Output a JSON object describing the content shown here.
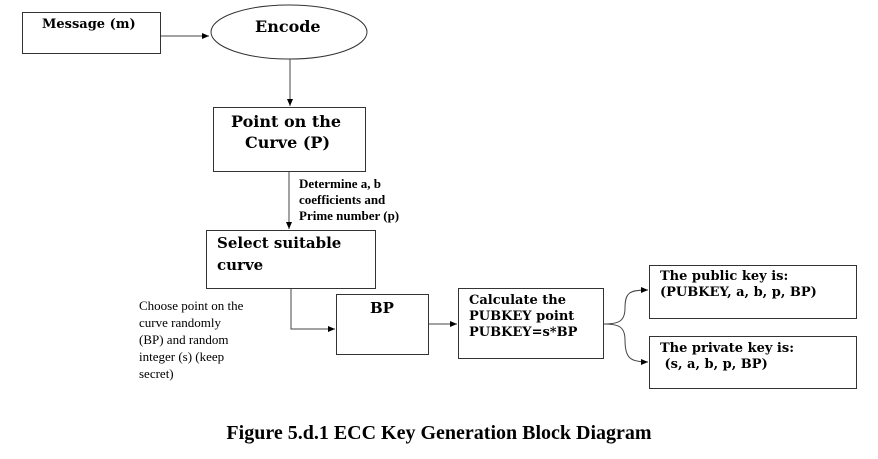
{
  "diagram": {
    "nodes": {
      "message": {
        "label": "Message (m)"
      },
      "encode": {
        "label": "Encode"
      },
      "point": {
        "line1": "Point on the",
        "line2": "Curve (P)"
      },
      "select": {
        "line1": "Select suitable",
        "line2": "curve"
      },
      "bp": {
        "label": "BP"
      },
      "calculate": {
        "line1": "Calculate the",
        "line2": "PUBKEY point",
        "line3": "PUBKEY=s*BP"
      },
      "public_key": {
        "line1": "The public key is:",
        "line2": "(PUBKEY, a, b, p, BP)"
      },
      "private_key": {
        "line1": "The private key is:",
        "line2": " (s, a, b, p, BP)"
      }
    },
    "edge_labels": {
      "determine": {
        "line1": "Determine a, b",
        "line2": "coefficients and",
        "line3": "Prime number (p)"
      },
      "choose": {
        "line1": "Choose point on the",
        "line2": "curve randomly",
        "line3": "(BP) and random",
        "line4": "integer (s) (keep",
        "line5": "secret)"
      }
    },
    "edges": [
      {
        "from": "message",
        "to": "encode"
      },
      {
        "from": "encode",
        "to": "point"
      },
      {
        "from": "point",
        "to": "select"
      },
      {
        "from": "select",
        "to": "bp"
      },
      {
        "from": "bp",
        "to": "calculate"
      },
      {
        "from": "calculate",
        "to": "public_key"
      },
      {
        "from": "calculate",
        "to": "private_key"
      }
    ]
  },
  "caption": "Figure 5.d.1 ECC Key Generation Block Diagram"
}
